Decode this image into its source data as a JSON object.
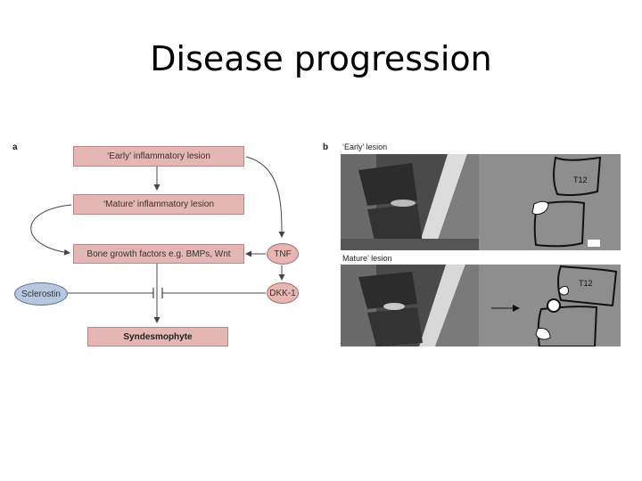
{
  "slide": {
    "title": "Disease progression"
  },
  "diagram_a": {
    "letter": "a",
    "early_lesion": "‘Early’ inflammatory lesion",
    "mature_lesion": "‘Mature’ inflammatory lesion",
    "growth_factors": "Bone growth factors e.g. BMPs, Wnt",
    "syndesmophyte": "Syndesmophyte",
    "tnf": "TNF",
    "dkk1": "DKK-1",
    "sclerostin": "Sclerostin"
  },
  "diagram_b": {
    "letter": "b",
    "early_label": "‘Early’ lesion",
    "mature_label": "Mature’ lesion",
    "vertebra_label_top": "T12",
    "vertebra_label_bottom": "T12"
  }
}
